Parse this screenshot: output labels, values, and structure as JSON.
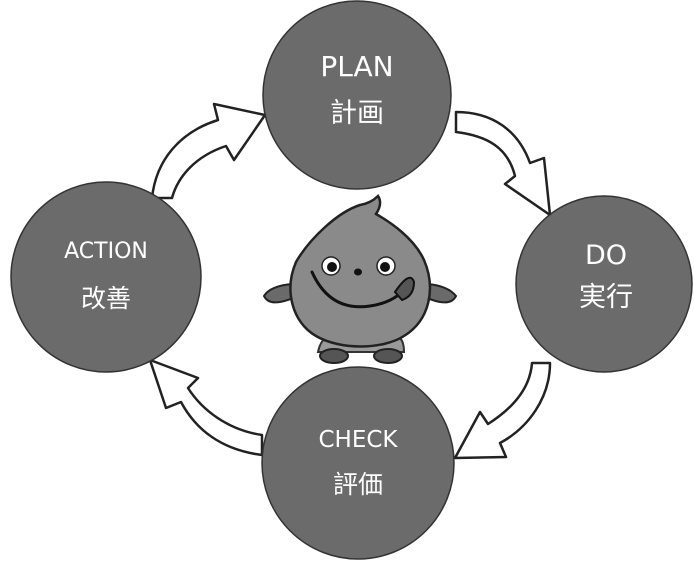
{
  "cycle": {
    "plan": {
      "en": "PLAN",
      "jp": "計画"
    },
    "do": {
      "en": "DO",
      "jp": "実行"
    },
    "check": {
      "en": "CHECK",
      "jp": "評価"
    },
    "action": {
      "en": "ACTION",
      "jp": "改善"
    }
  },
  "colors": {
    "node_fill": "#6b6b6b",
    "node_stroke": "#333333",
    "arrow_fill": "#ffffff",
    "arrow_stroke": "#222222",
    "mascot_body": "#8a8a8a"
  }
}
